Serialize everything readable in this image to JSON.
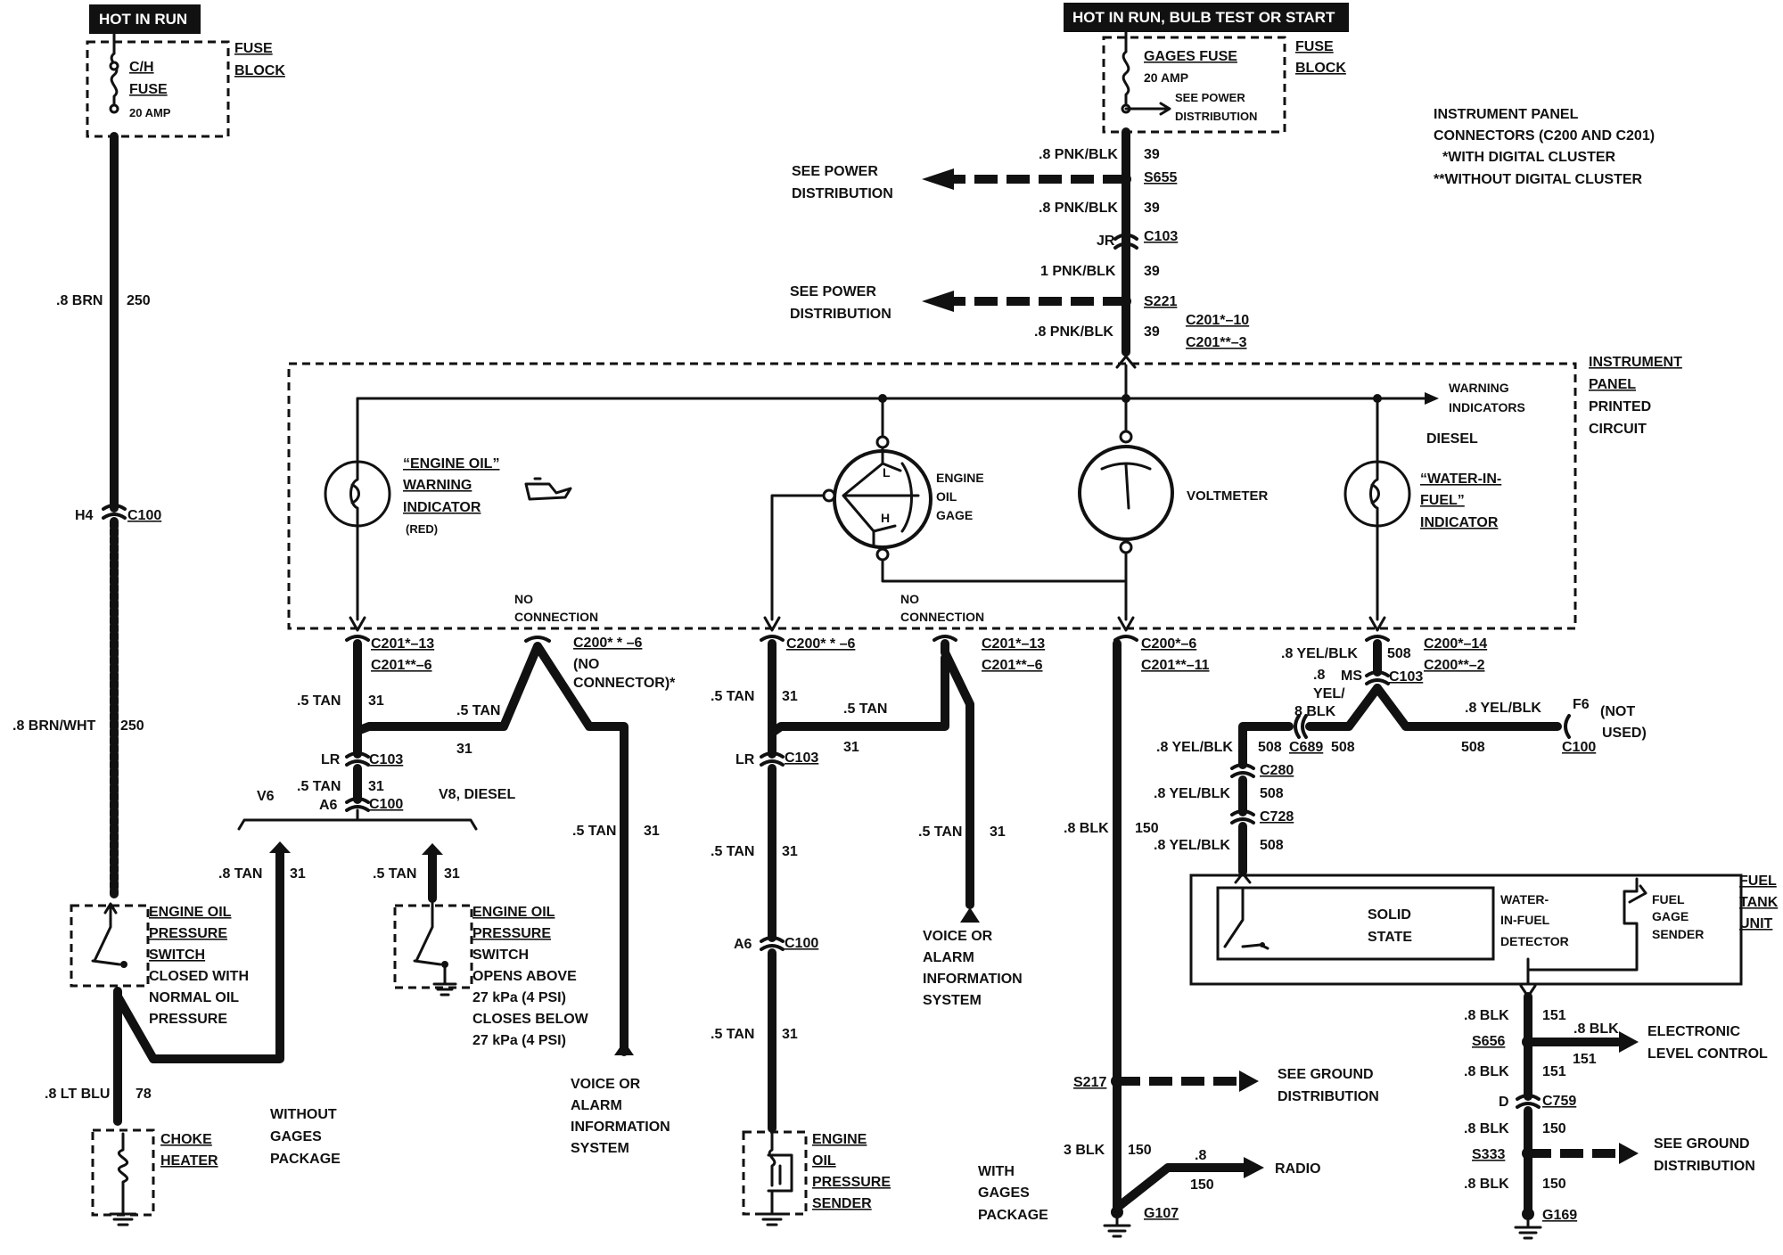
{
  "headers": {
    "left_hot": "HOT IN RUN",
    "right_hot": "HOT IN RUN, BULB TEST OR START"
  },
  "fuses": {
    "left_name_1": "C/H",
    "left_name_2": "FUSE",
    "left_rating": "20 AMP",
    "left_block_1": "FUSE",
    "left_block_2": "BLOCK",
    "right_name": "GAGES FUSE",
    "right_rating": "20 AMP",
    "right_see_1": "SEE POWER",
    "right_see_2": "DISTRIBUTION",
    "right_block_1": "FUSE",
    "right_block_2": "BLOCK"
  },
  "legend": {
    "line1": "INSTRUMENT PANEL",
    "line2": "CONNECTORS (C200 AND C201)",
    "line3": "*WITH DIGITAL CLUSTER",
    "line4": "**WITHOUT DIGITAL CLUSTER"
  },
  "power": {
    "see1a": "SEE POWER",
    "see1b": "DISTRIBUTION",
    "see2a": "SEE POWER",
    "see2b": "DISTRIBUTION",
    "w1": ".8 PNK/BLK",
    "c1": "39",
    "s655": "S655",
    "w2": ".8 PNK/BLK",
    "c2": "39",
    "jr": "JR",
    "c103": "C103",
    "w3": "1 PNK/BLK",
    "c3": "39",
    "s221": "S221",
    "c201a": "C201*–10",
    "c201b": "C201**–3",
    "w4": ".8 PNK/BLK",
    "c4": "39"
  },
  "panel": {
    "ip1": "INSTRUMENT",
    "ip2": "PANEL",
    "ip3": "PRINTED",
    "ip4": "CIRCUIT",
    "warn1": "WARNING",
    "warn2": "INDICATORS",
    "eo1": "“ENGINE OIL”",
    "eo2": "WARNING",
    "eo3": "INDICATOR",
    "eo4": "(RED)",
    "gage1": "ENGINE",
    "gage2": "OIL",
    "gage3": "GAGE",
    "gage_l": "L",
    "gage_h": "H",
    "volt": "VOLTMETER",
    "diesel": "DIESEL",
    "wif1": "“WATER-IN-",
    "wif2": "FUEL”",
    "wif3": "INDICATOR",
    "nc1a": "NO",
    "nc1b": "CONNECTION",
    "nc2a": "NO",
    "nc2b": "CONNECTION"
  },
  "left": {
    "w1": ".8 BRN",
    "c1": "250",
    "h4": "H4",
    "c100": "C100",
    "w2": ".8 BRN/WHT",
    "c2": "250",
    "w3": ".8 LT BLU",
    "c3": "78",
    "sw1": "ENGINE OIL",
    "sw2": "PRESSURE",
    "sw3": "SWITCH",
    "sw4": "CLOSED WITH",
    "sw5": "NORMAL OIL",
    "sw6": "PRESSURE",
    "ch1": "CHOKE",
    "ch2": "HEATER",
    "without1": "WITHOUT",
    "without2": "GAGES",
    "without3": "PACKAGE"
  },
  "mid_left": {
    "c201a": "C201*–13",
    "c201b": "C201**–6",
    "w1": ".5 TAN",
    "c1": "31",
    "w2": ".5 TAN",
    "c2": "31",
    "c200": "C200* * –6",
    "noconn1": "(NO",
    "noconn2": "CONNECTOR)*",
    "lr": "LR",
    "c103": "C103",
    "w3": ".5 TAN",
    "c3": "31",
    "a6": "A6",
    "c100": "C100",
    "v6": "V6",
    "v8": "V8, DIESEL",
    "w4": ".8 TAN",
    "c4": "31",
    "w5": ".5 TAN",
    "c5": "31",
    "w6": ".5 TAN",
    "c6": "31",
    "sw1": "ENGINE OIL",
    "sw2": "PRESSURE",
    "sw3": "SWITCH",
    "sw4": "OPENS ABOVE",
    "sw5": "27 kPa (4 PSI)",
    "sw6": "CLOSES BELOW",
    "sw7": "27 kPa (4 PSI)",
    "va1": "VOICE OR",
    "va2": "ALARM",
    "va3": "INFORMATION",
    "va4": "SYSTEM"
  },
  "mid": {
    "c200": "C200* * –6",
    "w1": ".5 TAN",
    "c1": "31",
    "w2": ".5 TAN",
    "c2": "31",
    "lr": "LR",
    "c103": "C103",
    "w3": ".5 TAN",
    "c3": "31",
    "a6": "A6",
    "c100": "C100",
    "w4": ".5 TAN",
    "c4": "31",
    "c201a": "C201*–13",
    "c201b": "C201**–6",
    "w5": ".5 TAN",
    "c5": "31",
    "snd1": "ENGINE",
    "snd2": "OIL",
    "snd3": "PRESSURE",
    "snd4": "SENDER",
    "va1": "VOICE OR",
    "va2": "ALARM",
    "va3": "INFORMATION",
    "va4": "SYSTEM",
    "with1": "WITH",
    "with2": "GAGES",
    "with3": "PACKAGE"
  },
  "volt": {
    "c200": "C200*–6",
    "c201": "C201**–11",
    "w1": ".8 BLK",
    "c1": "150",
    "s217": "S217",
    "see1": "SEE GROUND",
    "see2": "DISTRIBUTION",
    "w2": "3 BLK",
    "c2": "150",
    "w3": ".8",
    "c3": "150",
    "radio": "RADIO",
    "g107": "G107"
  },
  "right": {
    "w1": ".8 YEL/BLK",
    "c1": "508",
    "c200a": "C200*–14",
    "c200b": "C200**–2",
    "ms": "MS",
    "c103": "C103",
    "yb1": ".8",
    "yb2": "YEL/",
    "yb3": "8 BLK",
    "c508a": "508",
    "c689": "C689",
    "c508b": "508",
    "w_f6": ".8 YEL/BLK",
    "c_f6": "508",
    "f6": "F6",
    "c100": "C100",
    "notused1": "(NOT",
    "notused2": "USED)",
    "w2": ".8 YEL/BLK",
    "c280": "C280",
    "w3": ".8 YEL/BLK",
    "c2": "508",
    "c728": "C728",
    "w4": ".8 YEL/BLK",
    "c3": "508",
    "ss1": "SOLID",
    "ss2": "STATE",
    "wd1": "WATER-",
    "wd2": "IN-FUEL",
    "wd3": "DETECTOR",
    "fs1": "FUEL",
    "fs2": "GAGE",
    "fs3": "SENDER",
    "ftu1": "FUEL",
    "ftu2": "TANK",
    "ftu3": "UNIT",
    "g1w": ".8 BLK",
    "g1c": "151",
    "s656": "S656",
    "elw": ".8 BLK",
    "elc": "151",
    "el1": "ELECTRONIC",
    "el2": "LEVEL CONTROL",
    "g2w": ".8 BLK",
    "g2c": "151",
    "d": "D",
    "c759": "C759",
    "g3w": ".8 BLK",
    "g3c": "150",
    "s333": "S333",
    "see1": "SEE GROUND",
    "see2": "DISTRIBUTION",
    "g4w": ".8 BLK",
    "g4c": "150",
    "g169": "G169"
  }
}
